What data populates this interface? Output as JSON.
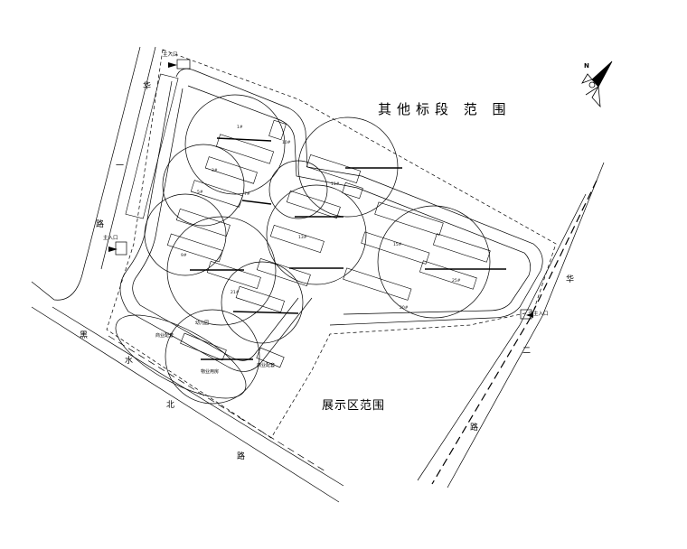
{
  "labels": {
    "other_section": "其他标段 范 围",
    "display_area": "展示区范围",
    "north": "N"
  },
  "roads": {
    "west_1": "华",
    "west_2": "一",
    "west_3": "路",
    "south_1": "黑",
    "south_2": "水",
    "south_3": "北",
    "south_4": "路",
    "east_1": "华",
    "east_2": "二",
    "east_3": "路"
  },
  "gates": {
    "main_entrance_north": "主入口",
    "entrance_west": "主入口",
    "entrance_east": "主入口"
  },
  "building_numbers": {
    "b1": "1#",
    "b2": "3#",
    "b3": "5#",
    "b4": "7#",
    "b5": "9#",
    "b6": "11#",
    "b7": "15#",
    "b8": "20#",
    "b9": "25#",
    "b10": "21#",
    "b11": "13#",
    "b12": "10#"
  },
  "facilities": {
    "f1": "商业配套",
    "f2": "幼儿园",
    "f3": "物业用房",
    "f4": "商业配套"
  }
}
